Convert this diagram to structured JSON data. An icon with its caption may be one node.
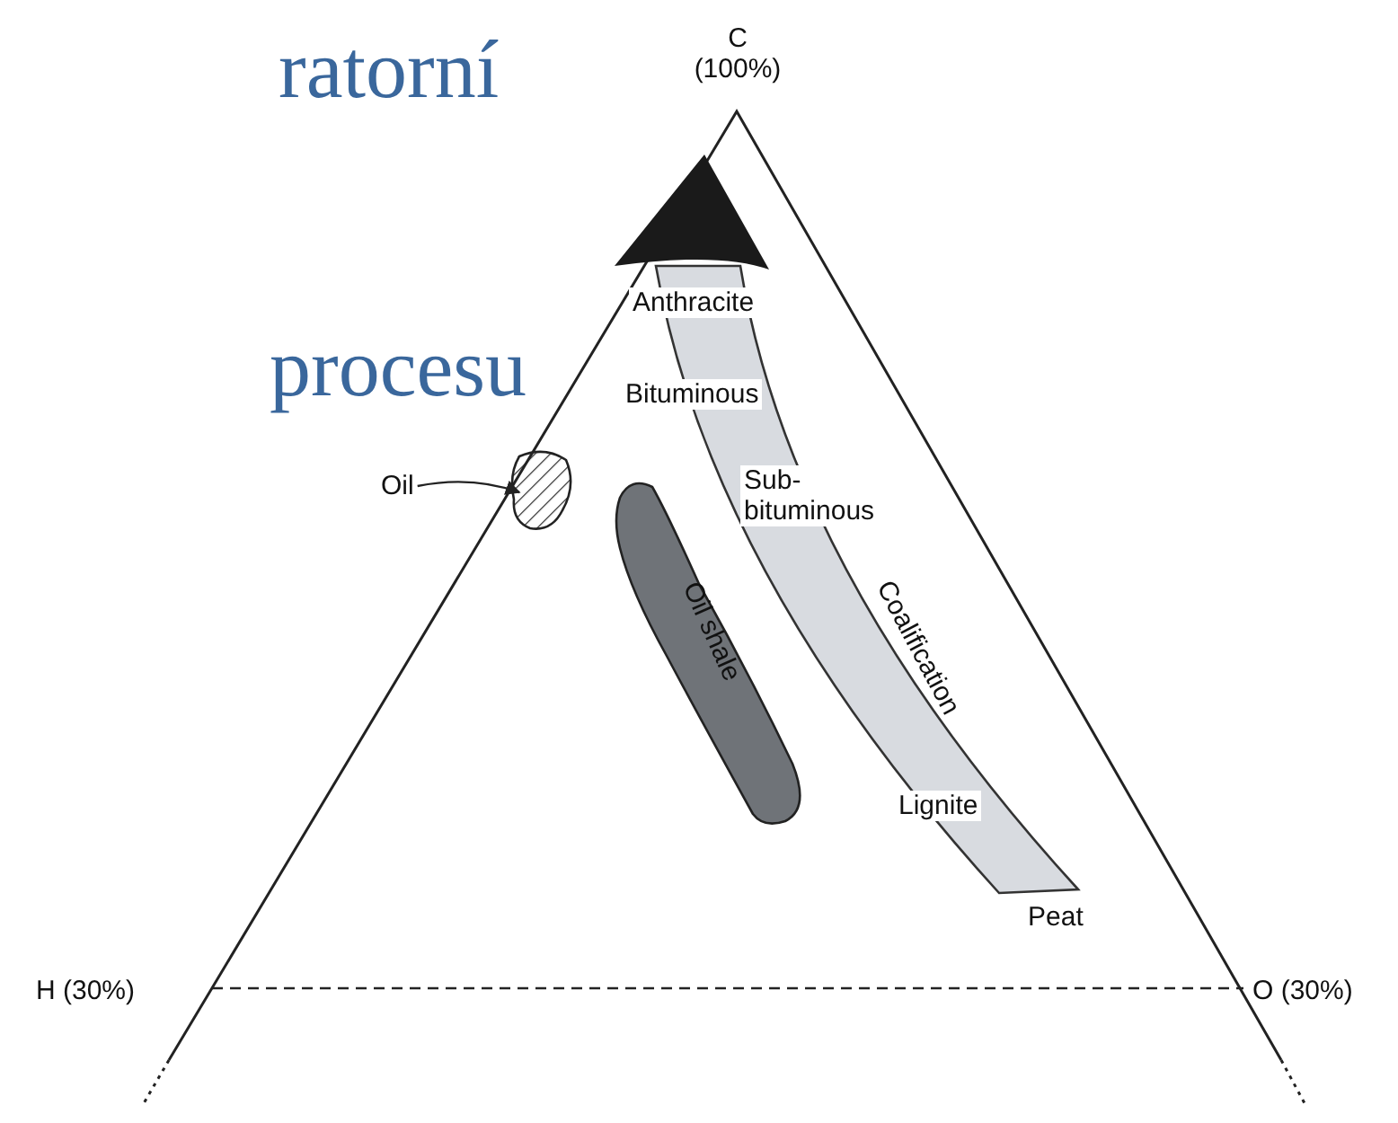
{
  "diagram": {
    "nodes": [
      {
        "text": [
          "Oil"
        ]
      },
      {
        "text": [],
        "shape": "blob"
      },
      {
        "text": [
          "Oil shale"
        ]
      }
    ],
    "edges": [
      {
        "from": 0,
        "to": 1,
        "arrow": "to"
      }
    ],
    "labels": [
      "ratorní",
      "procesu",
      "C (100%)",
      "Anthracite",
      "Bituminous",
      "Sub-bituminous",
      "Coalification",
      "Lignite",
      "Peat",
      "H (30%)",
      "O (30%)"
    ]
  }
}
